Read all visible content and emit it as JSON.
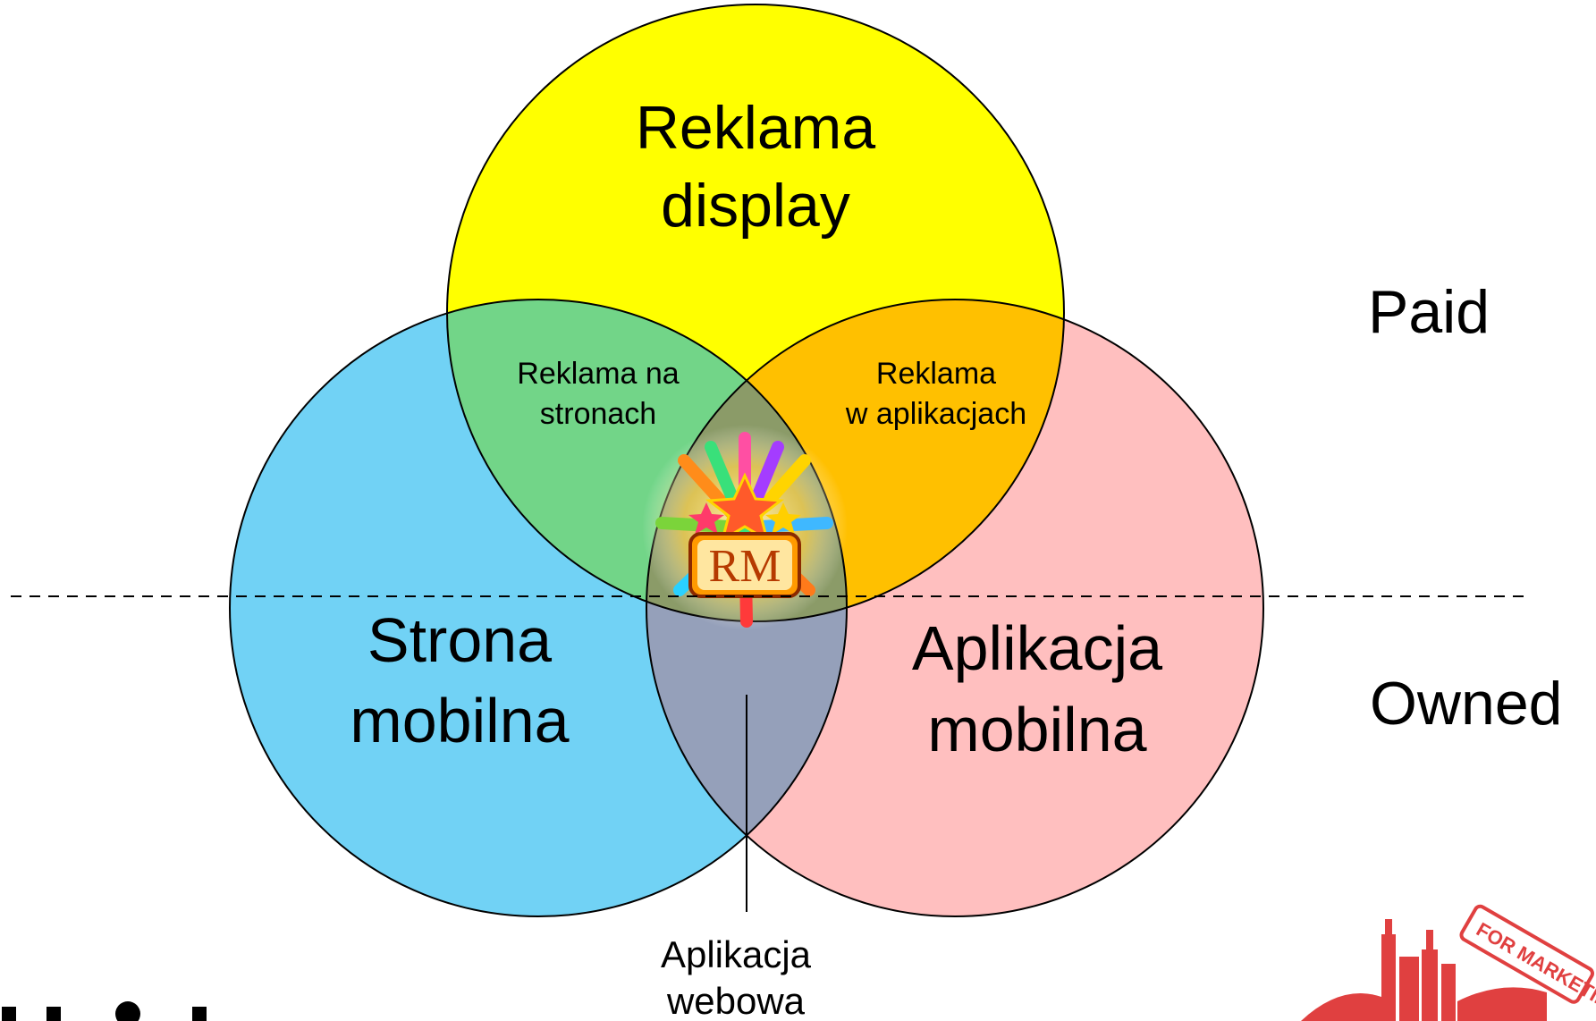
{
  "diagram": {
    "circles": {
      "top": {
        "label_line1": "Reklama",
        "label_line2": "display",
        "color": "#FFFF00"
      },
      "left": {
        "label_line1": "Strona",
        "label_line2": "mobilna",
        "color": "#71D2F5"
      },
      "right": {
        "label_line1": "Aplikacja",
        "label_line2": "mobilna",
        "color": "#FFBFBF"
      }
    },
    "overlaps": {
      "top_left": {
        "label_line1": "Reklama na",
        "label_line2": "stronach",
        "color": "#72D588"
      },
      "top_right": {
        "label_line1": "Reklama",
        "label_line2": "w aplikacjach",
        "color": "#FFC000"
      },
      "left_right": {
        "label_line1": "Aplikacja",
        "label_line2": "webowa",
        "color": "#95A0BA"
      },
      "center_color": "#8B9B68"
    },
    "divider_labels": {
      "above": "Paid",
      "below": "Owned"
    },
    "center_logo": {
      "text": "RM"
    },
    "corner_logo": {
      "text": "FOR MARKETING"
    }
  }
}
